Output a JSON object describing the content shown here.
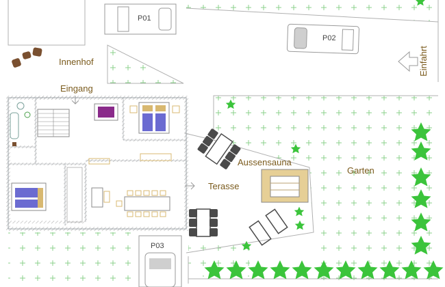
{
  "labels": {
    "innenhof": "Innenhof",
    "eingang": "Eingang",
    "aussensauna": "Aussensauna",
    "terasse": "Terasse",
    "garten": "Garten",
    "einfahrt": "Einfahrt"
  },
  "parking": {
    "p01": "P01",
    "p02": "P02",
    "p03": "P03"
  },
  "colors": {
    "wall": "#9aa0a6",
    "wall_hatch": "#b8b8b8",
    "label_text": "#7a5a1c",
    "plant_cross": "#8bd18b",
    "tree_green": "#3bc43b",
    "bed_blue": "#6b6bd1",
    "tub_purple": "#8a2a8a",
    "furniture_wood": "#d8b870",
    "furniture_dark": "#4a4a4a",
    "sauna_wood": "#e6cf96",
    "stone_brown": "#7a5030"
  }
}
